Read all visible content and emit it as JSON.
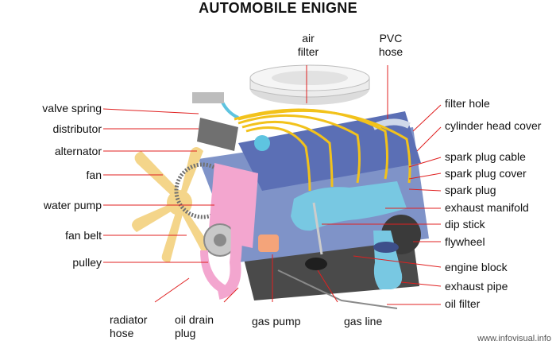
{
  "title": "AUTOMOBILE ENIGNE",
  "labels": {
    "air_filter": "air\nfilter",
    "pvc_hose": "PVC\nhose",
    "valve_spring": "valve spring",
    "distributor": "distributor",
    "alternator": "alternator",
    "fan": "fan",
    "water_pump": "water pump",
    "fan_belt": "fan belt",
    "pulley": "pulley",
    "radiator_hose": "radiator\nhose",
    "oil_drain_plug": "oil drain\nplug",
    "gas_pump": "gas pump",
    "gas_line": "gas line",
    "filter_hole": "filter hole",
    "cylinder_head_cover": "cylinder head cover",
    "spark_plug_cable": "spark plug cable",
    "spark_plug_cover": "spark plug cover",
    "spark_plug": "spark plug",
    "exhaust_manifold": "exhaust manifold",
    "dip_stick": "dip stick",
    "flywheel": "flywheel",
    "engine_block": "engine block",
    "exhaust_pipe": "exhaust pipe",
    "oil_filter": "oil filter"
  },
  "credit": "www.infovisual.info",
  "colors": {
    "leader": "#e02020",
    "block_blue": "#7f93c8",
    "head_cover": "#5b6fb5",
    "manifold": "#78c8e2",
    "pump_pink": "#f3a6cf",
    "fan_yellow": "#f4d58a",
    "cables": "#f2c21b",
    "oil_pan": "#4a4a4a",
    "air_filter": "#e8e8e8"
  }
}
